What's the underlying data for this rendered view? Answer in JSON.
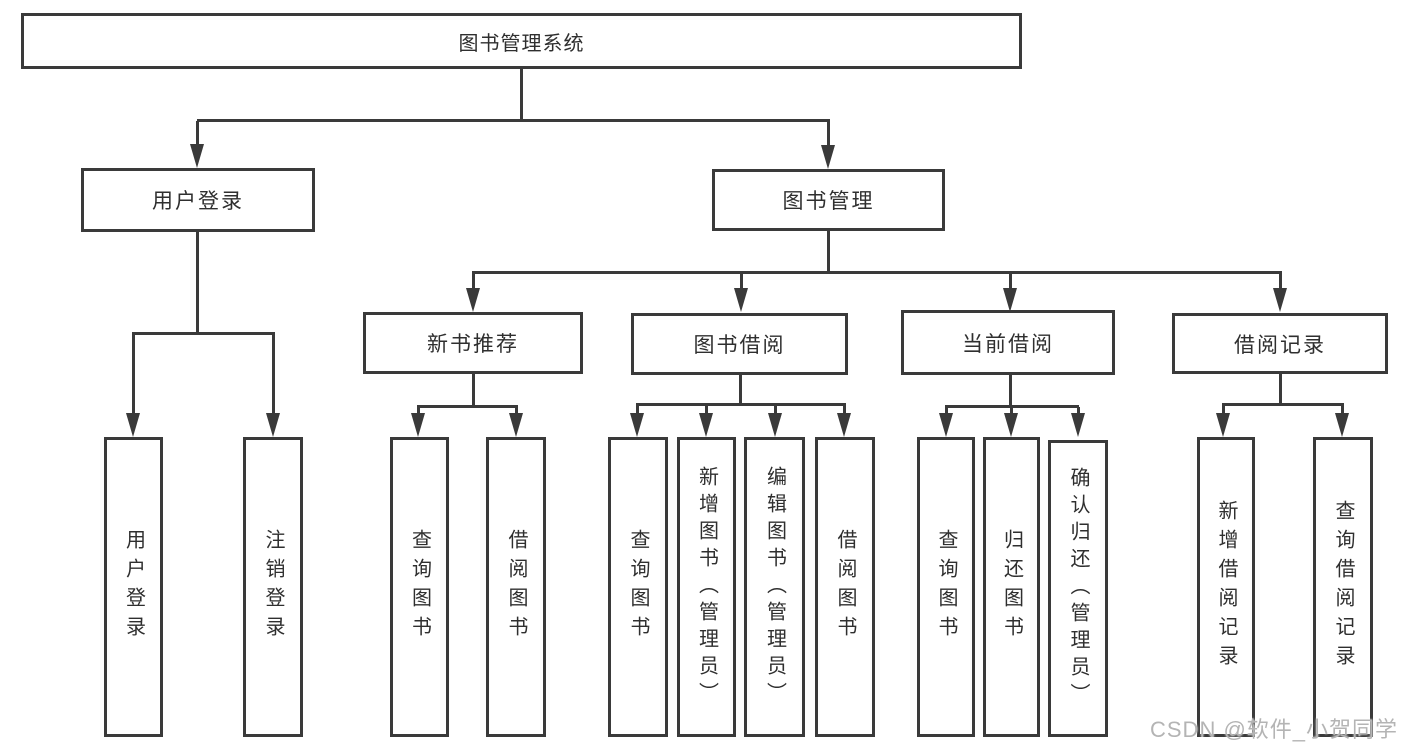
{
  "diagram_type": "function-structure-tree",
  "colors": {
    "line": "#3a3a3a",
    "text": "#2f2f2f",
    "box_bg": "#ffffff",
    "page_bg": "#ffffff",
    "watermark": "#b4b4b4"
  },
  "root": {
    "label": "图书管理系统",
    "children": [
      {
        "label": "用户登录",
        "children": [
          {
            "label": "用户登录"
          },
          {
            "label": "注销登录"
          }
        ]
      },
      {
        "label": "图书管理",
        "children": [
          {
            "label": "新书推荐",
            "children": [
              {
                "label": "查询图书"
              },
              {
                "label": "借阅图书"
              }
            ]
          },
          {
            "label": "图书借阅",
            "children": [
              {
                "label": "查询图书"
              },
              {
                "label": "新增图书（管理员）"
              },
              {
                "label": "编辑图书（管理员）"
              },
              {
                "label": "借阅图书"
              }
            ]
          },
          {
            "label": "当前借阅",
            "children": [
              {
                "label": "查询图书"
              },
              {
                "label": "归还图书"
              },
              {
                "label": "确认归还（管理员）"
              }
            ]
          },
          {
            "label": "借阅记录",
            "children": [
              {
                "label": "新增借阅记录"
              },
              {
                "label": "查询借阅记录"
              }
            ]
          }
        ]
      }
    ]
  },
  "watermark": {
    "text": "CSDN @软件_小贺同学"
  }
}
